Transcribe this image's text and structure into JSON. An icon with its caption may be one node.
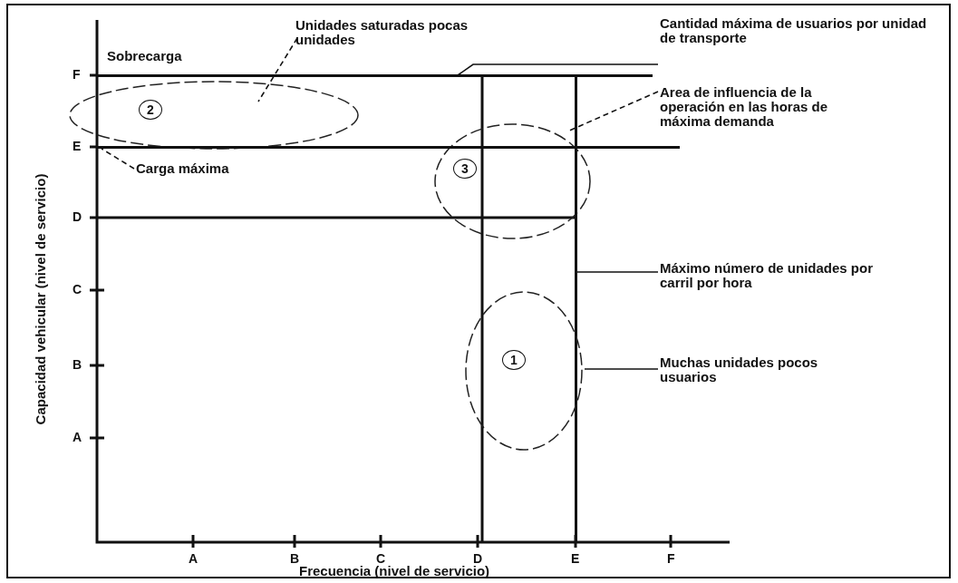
{
  "diagram": {
    "nodes": [
      {
        "text": [
          "Unidades saturadas pocas unidades"
        ]
      },
      {
        "text": [
          "2"
        ]
      },
      {
        "text": [
          "Cantidad máxima de usuarios por unidad de transporte"
        ]
      },
      {
        "text": [],
        "shape": "line"
      },
      {
        "text": [
          "Area de influencia de la operación en las horas de máxima demanda"
        ]
      },
      {
        "text": [
          "3"
        ]
      },
      {
        "text": [],
        "shape": "line"
      },
      {
        "text": [
          "Carga máxima"
        ]
      },
      {
        "text": [
          "Máximo número de unidades por carril por hora"
        ]
      },
      {
        "text": [],
        "shape": "line"
      },
      {
        "text": [
          "1"
        ]
      },
      {
        "text": [
          "Muchas unidades pocos usuarios"
        ]
      }
    ],
    "edges": [
      {
        "from": 0,
        "to": 1,
        "arrow": "none",
        "style": "dashed"
      },
      {
        "from": 2,
        "to": 3,
        "arrow": "none"
      },
      {
        "from": 4,
        "to": 5,
        "arrow": "none",
        "style": "dashed"
      },
      {
        "from": 7,
        "to": 6,
        "arrow": "none",
        "style": "dashed"
      },
      {
        "from": 8,
        "to": 9,
        "arrow": "none"
      },
      {
        "from": 11,
        "to": 10,
        "arrow": "none"
      }
    ],
    "labels": [
      "Sobrecarga",
      "F",
      "E",
      "D",
      "C",
      "B",
      "A",
      "Capacidad vehicular (nivel de servicio)",
      "A",
      "B",
      "C",
      "D",
      "E",
      "F",
      "Frecuencia (nivel de servicio)"
    ]
  }
}
